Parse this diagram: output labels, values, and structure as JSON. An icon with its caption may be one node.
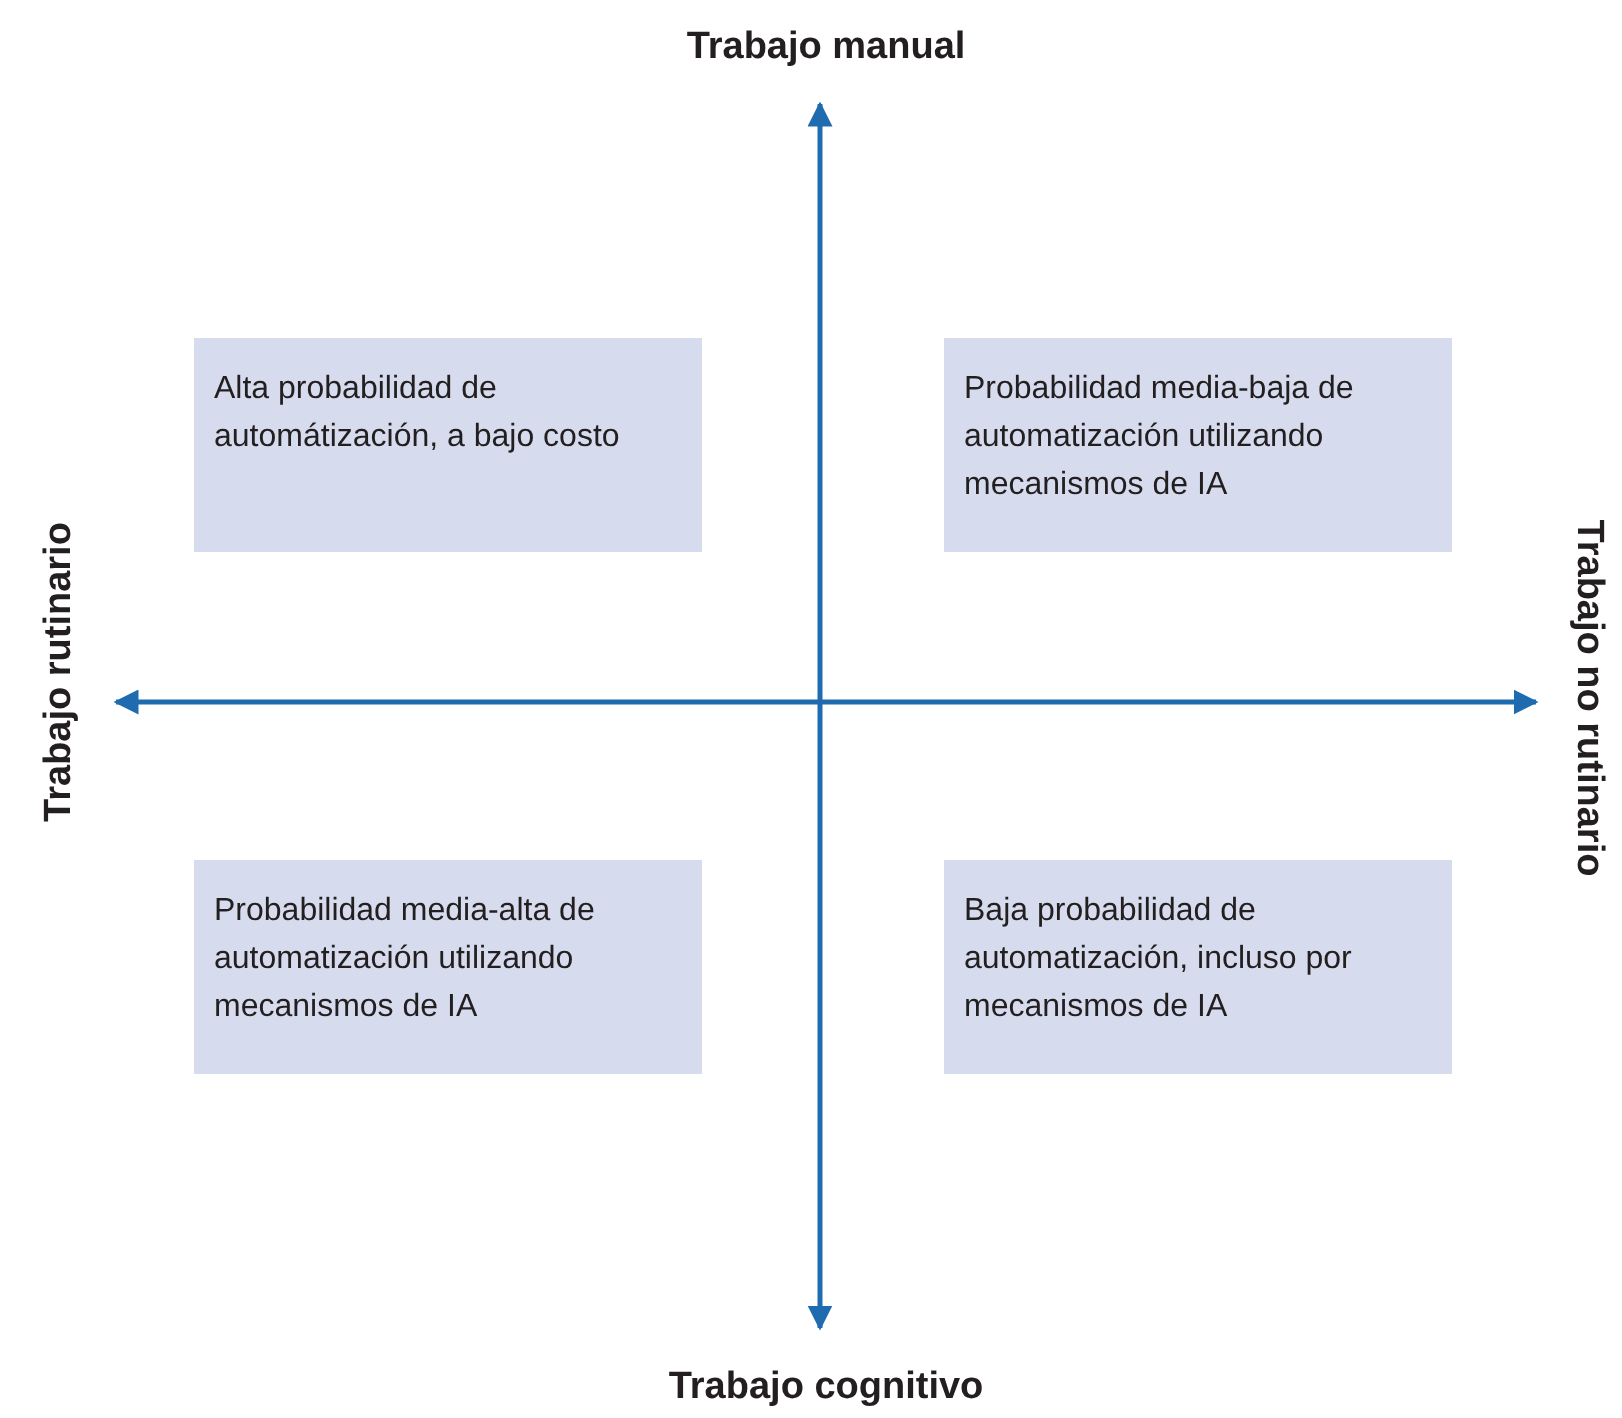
{
  "diagram": {
    "nodes": [
      {
        "text": [
          "Alta probabilidad de automátización, a bajo costo"
        ]
      },
      {
        "text": [
          "Probabilidad media-baja de automatización utilizando mecanismos de IA"
        ]
      },
      {
        "text": [
          "Probabilidad media-alta de automatización utilizando mecanismos de IA"
        ]
      },
      {
        "text": [
          "Baja probabilidad de automatización, incluso por mecanismos de IA"
        ]
      }
    ],
    "labels": [
      "Trabajo manual",
      "Trabajo rutinario",
      "Trabajo no rutinario",
      "Trabajo cognitivo"
    ]
  }
}
